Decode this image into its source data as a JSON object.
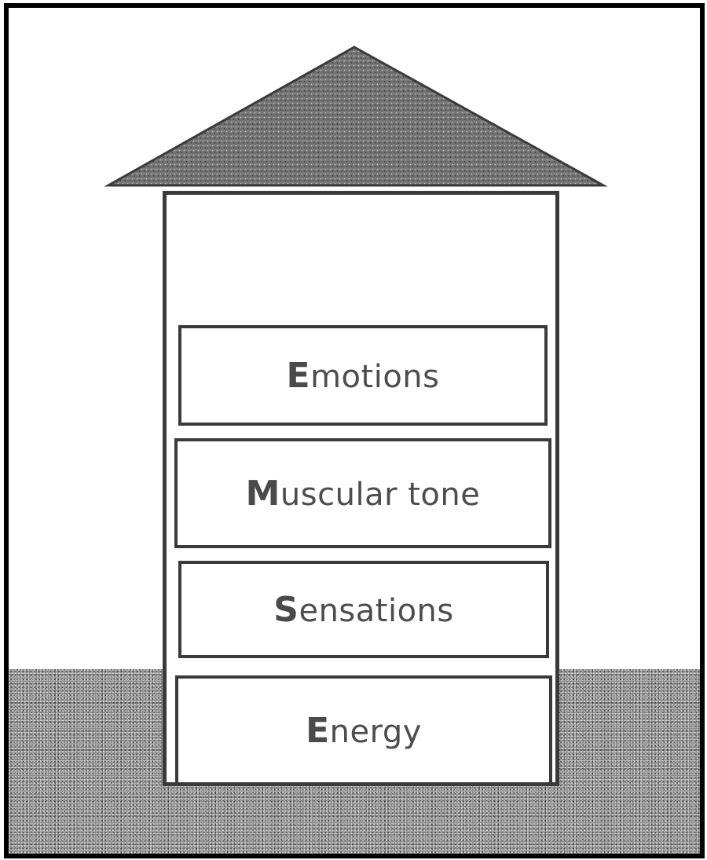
{
  "diagram": {
    "layers": [
      {
        "id": "emotions",
        "initial": "E",
        "rest": "motions"
      },
      {
        "id": "muscular",
        "initial": "M",
        "rest": "uscular tone"
      },
      {
        "id": "sensations",
        "initial": "S",
        "rest": "ensations"
      },
      {
        "id": "energy",
        "initial": "E",
        "rest": "nergy"
      }
    ]
  },
  "colors": {
    "border": "#000000",
    "lines": "#3a3a3a",
    "ground": "#8a8a8a",
    "roof": "#6e6e6e",
    "text": "#4d4d4d"
  }
}
